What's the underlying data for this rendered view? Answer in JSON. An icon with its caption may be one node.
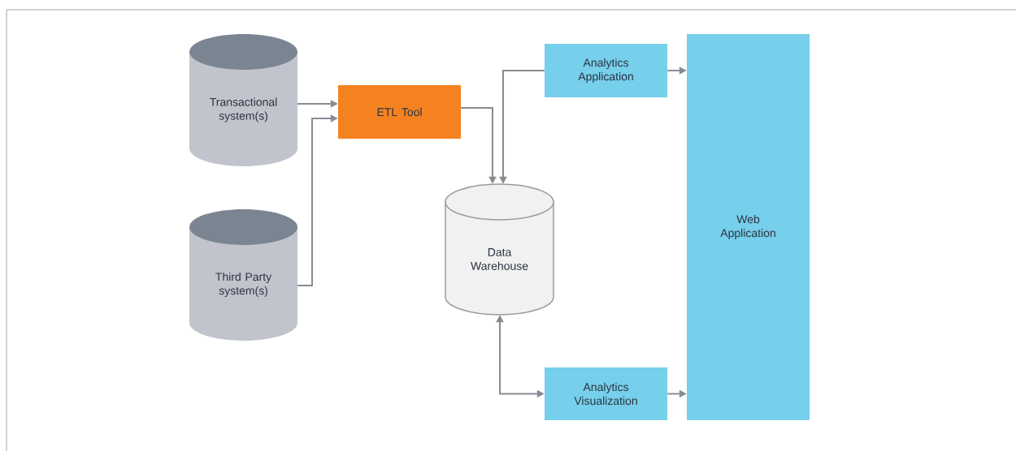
{
  "diagram": {
    "nodes": [
      {
        "text": [
          "Transactional system(s)"
        ]
      },
      {
        "text": [
          "Third Party system(s)"
        ]
      },
      {
        "text": [
          "ETL Tool"
        ]
      },
      {
        "text": [
          "Data Warehouse"
        ]
      },
      {
        "text": [
          "Analytics Application"
        ]
      },
      {
        "text": [
          "Analytics Visualization"
        ]
      },
      {
        "text": [
          "Web Application"
        ]
      }
    ],
    "edges": [
      {
        "from": 0,
        "to": 2,
        "arrow": "to"
      },
      {
        "from": 1,
        "to": 2,
        "arrow": "to"
      },
      {
        "from": 2,
        "to": 3,
        "arrow": "to"
      },
      {
        "from": 4,
        "to": 3,
        "arrow": "to"
      },
      {
        "from": 3,
        "to": 5,
        "arrow": "both"
      },
      {
        "from": 4,
        "to": 6,
        "arrow": "to"
      },
      {
        "from": 5,
        "to": 6,
        "arrow": "to"
      }
    ]
  }
}
